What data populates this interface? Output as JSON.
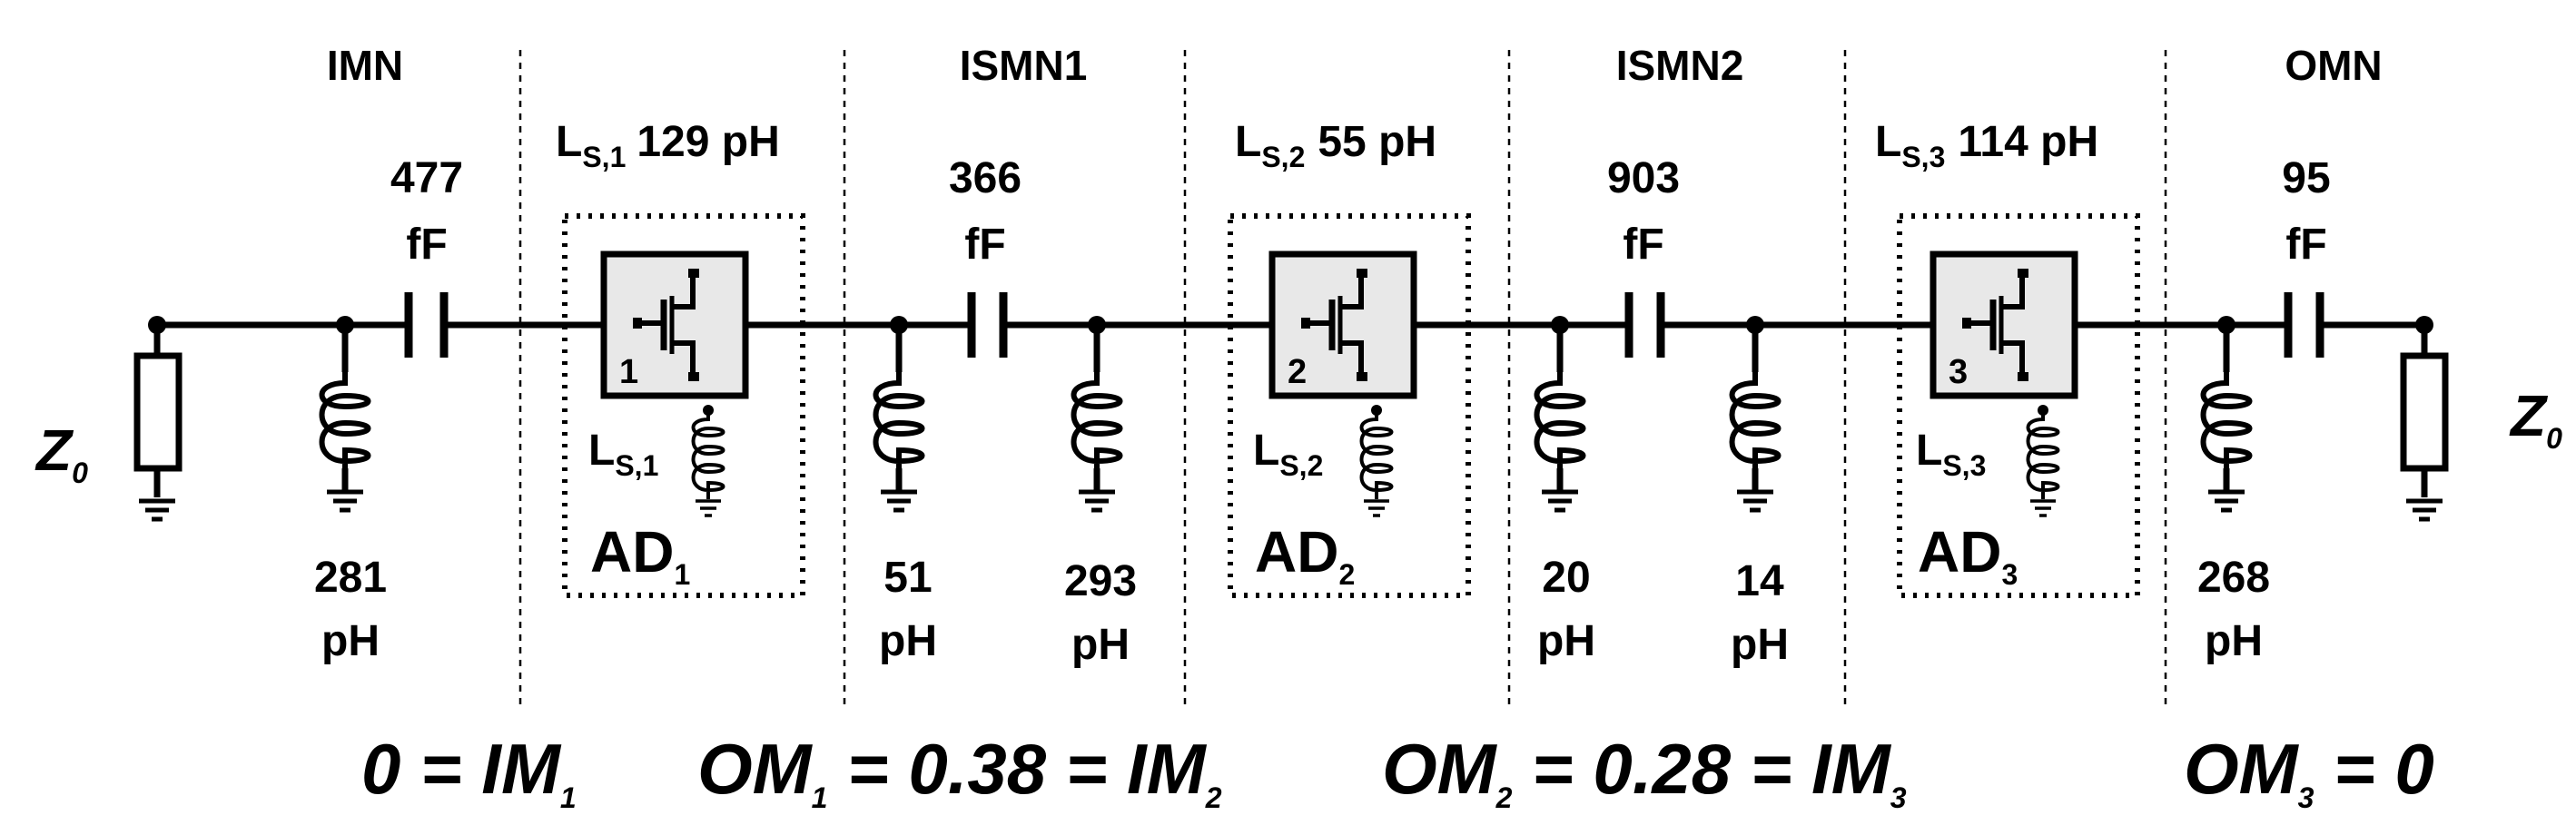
{
  "sections": {
    "imn": "IMN",
    "ismn1": "ISMN1",
    "ismn2": "ISMN2",
    "omn": "OMN"
  },
  "source_inductances": [
    {
      "sym": "L",
      "sub": "S,1",
      "value": "129 pH"
    },
    {
      "sym": "L",
      "sub": "S,2",
      "value": "55 pH"
    },
    {
      "sym": "L",
      "sub": "S,3",
      "value": "114 pH"
    }
  ],
  "capacitors": [
    {
      "value": "477",
      "unit": "fF"
    },
    {
      "value": "366",
      "unit": "fF"
    },
    {
      "value": "903",
      "unit": "fF"
    },
    {
      "value": "95",
      "unit": "fF"
    }
  ],
  "shunt_inductors": [
    {
      "value": "281",
      "unit": "pH"
    },
    {
      "value": "51",
      "unit": "pH"
    },
    {
      "value": "293",
      "unit": "pH"
    },
    {
      "value": "20",
      "unit": "pH"
    },
    {
      "value": "14",
      "unit": "pH"
    },
    {
      "value": "268",
      "unit": "pH"
    }
  ],
  "devices": [
    {
      "number": "1",
      "name": "AD",
      "sub": "1",
      "ls_sym": "L",
      "ls_sub": "S,1"
    },
    {
      "number": "2",
      "name": "AD",
      "sub": "2",
      "ls_sym": "L",
      "ls_sub": "S,2"
    },
    {
      "number": "3",
      "name": "AD",
      "sub": "3",
      "ls_sym": "L",
      "ls_sub": "S,3"
    }
  ],
  "ports": {
    "in": {
      "sym": "Z",
      "sub": "0"
    },
    "out": {
      "sym": "Z",
      "sub": "0"
    }
  },
  "equations": [
    {
      "pre": "0 = IM",
      "pre_sub": "1"
    },
    {
      "pre": "OM",
      "pre_sub": "1",
      "mid": " = 0.38 = IM",
      "mid_sub": "2"
    },
    {
      "pre": "OM",
      "pre_sub": "2",
      "mid": " = 0.28 = IM",
      "mid_sub": "3"
    },
    {
      "pre": "OM",
      "pre_sub": "3",
      "mid": " = 0"
    }
  ]
}
